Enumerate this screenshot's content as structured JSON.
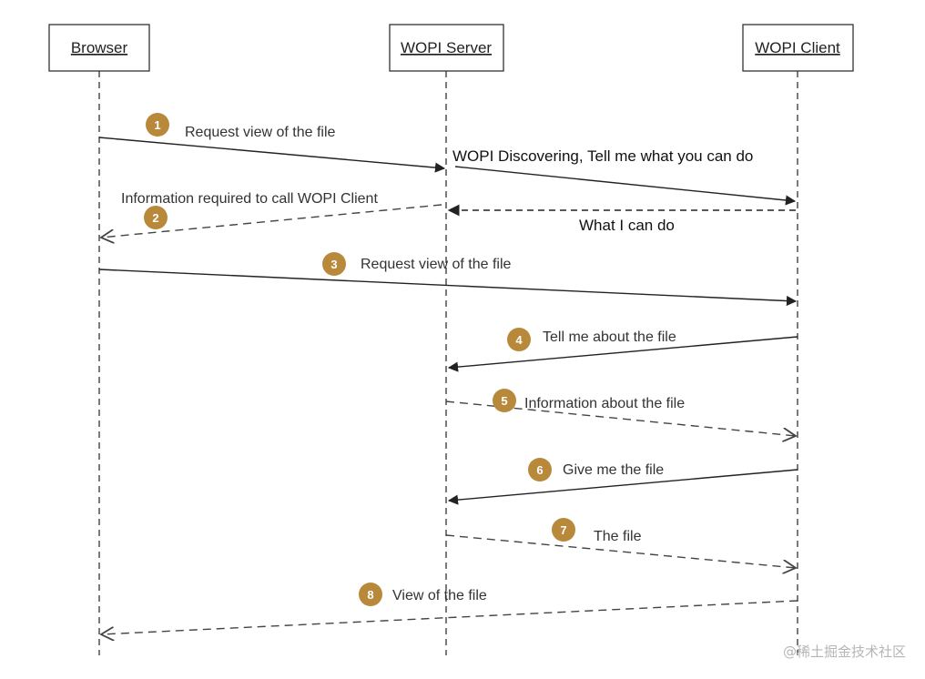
{
  "participants": [
    {
      "id": "browser",
      "label": "Browser"
    },
    {
      "id": "server",
      "label": "WOPI Server"
    },
    {
      "id": "client",
      "label": "WOPI Client"
    }
  ],
  "messages": [
    {
      "id": "m1",
      "step": "1",
      "label": "Request view of the file",
      "from": "browser",
      "to": "server",
      "dashed": false
    },
    {
      "id": "d1",
      "step": "",
      "label": "WOPI Discovering, Tell me what you can do",
      "from": "server",
      "to": "client",
      "dashed": false
    },
    {
      "id": "d2",
      "step": "",
      "label": "What I can do",
      "from": "client",
      "to": "server",
      "dashed": true
    },
    {
      "id": "m2",
      "step": "2",
      "label": "Information required to call WOPI Client",
      "from": "server",
      "to": "browser",
      "dashed": true
    },
    {
      "id": "m3",
      "step": "3",
      "label": "Request view of the file",
      "from": "browser",
      "to": "client",
      "dashed": false
    },
    {
      "id": "m4",
      "step": "4",
      "label": "Tell me about the file",
      "from": "client",
      "to": "server",
      "dashed": false
    },
    {
      "id": "m5",
      "step": "5",
      "label": "Information about the file",
      "from": "server",
      "to": "client",
      "dashed": true
    },
    {
      "id": "m6",
      "step": "6",
      "label": "Give me the file",
      "from": "client",
      "to": "server",
      "dashed": false
    },
    {
      "id": "m7",
      "step": "7",
      "label": "The file",
      "from": "server",
      "to": "client",
      "dashed": true
    },
    {
      "id": "m8",
      "step": "8",
      "label": "View of the file",
      "from": "client",
      "to": "browser",
      "dashed": true
    }
  ],
  "watermark": "@稀土掘金技术社区",
  "colors": {
    "badge": "#b8893a",
    "line": "#222222",
    "background": "#ffffff"
  }
}
